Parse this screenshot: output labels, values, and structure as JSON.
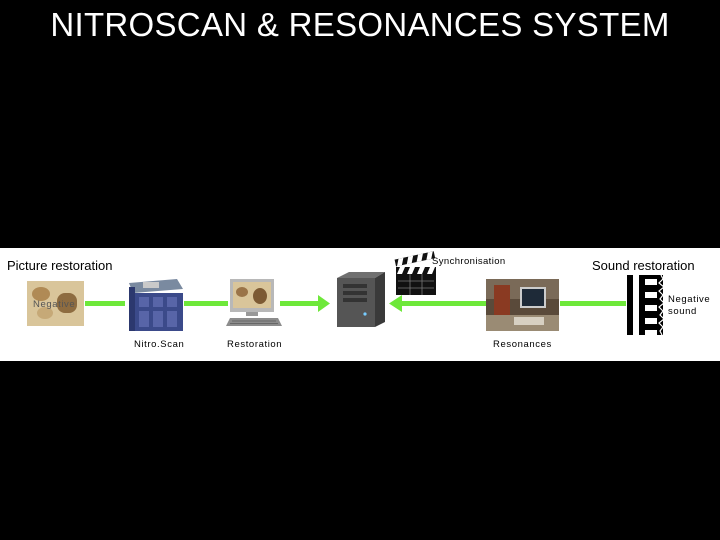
{
  "slide": {
    "title": "NITROSCAN & RESONANCES SYSTEM"
  },
  "diagram": {
    "picture_heading": "Picture restoration",
    "sound_heading": "Sound restoration",
    "sync_label": "Synchronisation",
    "negative_label": "Negative",
    "negative_sound_label_line1": "Negative",
    "negative_sound_label_line2": "sound",
    "nitroscan_label": "Nitro.Scan",
    "restoration_label": "Restoration",
    "resonances_label": "Resonances",
    "arrow_color": "#6ee83a"
  }
}
